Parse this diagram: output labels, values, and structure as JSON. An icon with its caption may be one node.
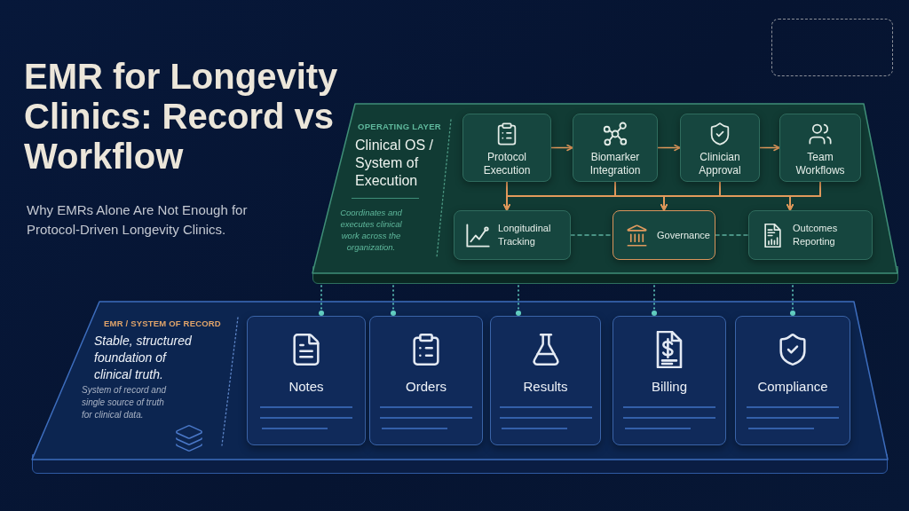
{
  "diagram": {
    "title": "EMR for Longevity Clinics: Record vs Workflow",
    "nodes": [
      {
        "text": [
          "OPERATING LAYER",
          "Clinical OS / System of Execution",
          "Coordinates and executes clinical work across the organization."
        ]
      },
      {
        "text": [
          "Protocol Execution"
        ],
        "in": 0
      },
      {
        "text": [
          "Biomarker Integration"
        ],
        "in": 0
      },
      {
        "text": [
          "Clinician Approval"
        ],
        "in": 0
      },
      {
        "text": [
          "Team Workflows"
        ],
        "in": 0
      },
      {
        "text": [
          "Longitudinal Tracking"
        ],
        "in": 0
      },
      {
        "text": [
          "Governance"
        ],
        "in": 0
      },
      {
        "text": [
          "Outcomes Reporting"
        ],
        "in": 0
      },
      {
        "text": [
          "EMR / SYSTEM OF RECORD",
          "Stable, structured foundation of clinical truth.",
          "System of record and single source of truth for clinical data."
        ]
      },
      {
        "text": [
          "Notes"
        ],
        "in": 8
      },
      {
        "text": [
          "Orders"
        ],
        "in": 8
      },
      {
        "text": [
          "Results"
        ],
        "in": 8
      },
      {
        "text": [
          "Billing"
        ],
        "in": 8
      },
      {
        "text": [
          "Compliance"
        ],
        "in": 8
      }
    ],
    "edges": [
      {
        "from": 1,
        "to": 2,
        "arrow": "to"
      },
      {
        "from": 2,
        "to": 3,
        "arrow": "to"
      },
      {
        "from": 3,
        "to": 4,
        "arrow": "to"
      },
      {
        "from": 1,
        "to": 5,
        "arrow": "to"
      },
      {
        "from": 1,
        "to": 6,
        "arrow": "to"
      },
      {
        "from": 1,
        "to": 7,
        "arrow": "to"
      },
      {
        "from": 2,
        "to": 5,
        "arrow": "to"
      },
      {
        "from": 2,
        "to": 6,
        "arrow": "to"
      },
      {
        "from": 2,
        "to": 7,
        "arrow": "to"
      },
      {
        "from": 3,
        "to": 5,
        "arrow": "to"
      },
      {
        "from": 3,
        "to": 6,
        "arrow": "to"
      },
      {
        "from": 3,
        "to": 7,
        "arrow": "to"
      },
      {
        "from": 4,
        "to": 5,
        "arrow": "to"
      },
      {
        "from": 4,
        "to": 6,
        "arrow": "to"
      },
      {
        "from": 4,
        "to": 7,
        "arrow": "to"
      },
      {
        "from": 5,
        "to": 6,
        "arrow": "none",
        "style": "dashed",
        "color": "#5db3a0"
      },
      {
        "from": 6,
        "to": 7,
        "arrow": "none",
        "style": "dashed",
        "color": "#5db3a0"
      },
      {
        "from": 0,
        "to": 9,
        "arrow": "other",
        "style": "dashed",
        "color": "#63d1c4"
      },
      {
        "from": 0,
        "to": 10,
        "arrow": "other",
        "style": "dashed",
        "color": "#63d1c4"
      },
      {
        "from": 0,
        "to": 11,
        "arrow": "other",
        "style": "dashed",
        "color": "#63d1c4"
      },
      {
        "from": 0,
        "to": 12,
        "arrow": "other",
        "style": "dashed",
        "color": "#63d1c4"
      },
      {
        "from": 0,
        "to": 13,
        "arrow": "other",
        "style": "dashed",
        "color": "#63d1c4"
      }
    ],
    "labels": [
      "Why EMRs Alone Are Not Enough for Protocol-Driven Longevity Clinics."
    ]
  }
}
